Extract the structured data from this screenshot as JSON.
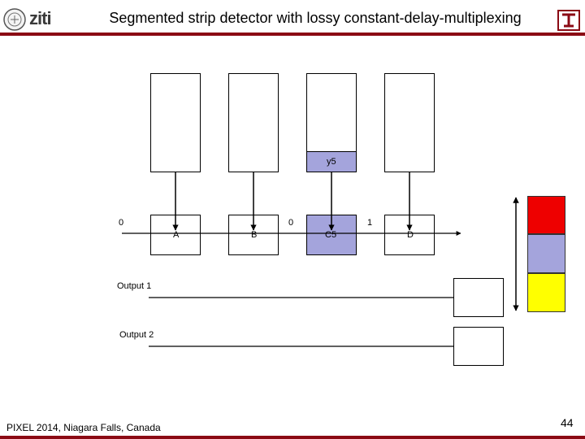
{
  "header": {
    "title": "Segmented strip detector with lossy constant-delay-multiplexing",
    "logo_text": "ziti"
  },
  "strips": [
    {
      "id": "strip-1",
      "label": ""
    },
    {
      "id": "strip-2",
      "label": ""
    },
    {
      "id": "strip-3",
      "label": "y5"
    },
    {
      "id": "strip-4",
      "label": ""
    }
  ],
  "delay_cells": [
    {
      "label": "A"
    },
    {
      "label": "B"
    },
    {
      "label": "C5"
    },
    {
      "label": "D"
    }
  ],
  "bus_values": [
    "0",
    "0",
    "1"
  ],
  "outputs": [
    {
      "label": "Output 1"
    },
    {
      "label": "Output 2"
    }
  ],
  "color_scale": [
    "#ee0000",
    "#a4a4dc",
    "#ffff00"
  ],
  "colors": {
    "accent": "#8b0a14",
    "highlight": "#a4a4dc"
  },
  "footer": {
    "text": "PIXEL 2014, Niagara Falls, Canada",
    "page_number": "44"
  }
}
